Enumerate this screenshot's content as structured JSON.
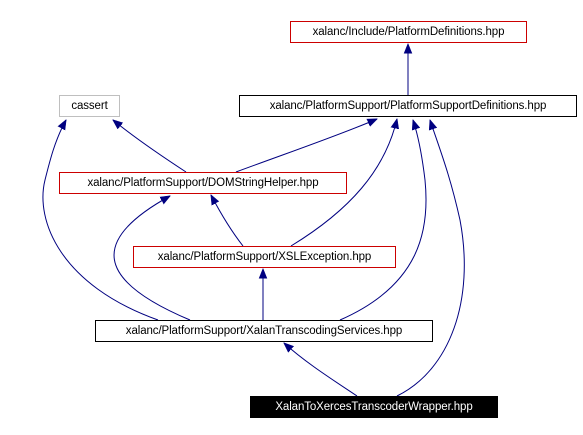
{
  "graph": {
    "edge_color": "#000080",
    "nodes": {
      "platform_definitions": {
        "label": "xalanc/Include/PlatformDefinitions.hpp",
        "border": "#cc0000"
      },
      "cassert": {
        "label": "cassert",
        "border": "#bfbfbf"
      },
      "platform_support_definitions": {
        "label": "xalanc/PlatformSupport/PlatformSupportDefinitions.hpp",
        "border": "#000000"
      },
      "dom_string_helper": {
        "label": "xalanc/PlatformSupport/DOMStringHelper.hpp",
        "border": "#cc0000"
      },
      "xsl_exception": {
        "label": "xalanc/PlatformSupport/XSLException.hpp",
        "border": "#cc0000"
      },
      "xalan_transcoding_services": {
        "label": "xalanc/PlatformSupport/XalanTranscodingServices.hpp",
        "border": "#000000"
      },
      "wrapper": {
        "label": "XalanToXercesTranscoderWrapper.hpp",
        "fill": "#000000",
        "text_color": "#ffffff"
      }
    }
  }
}
